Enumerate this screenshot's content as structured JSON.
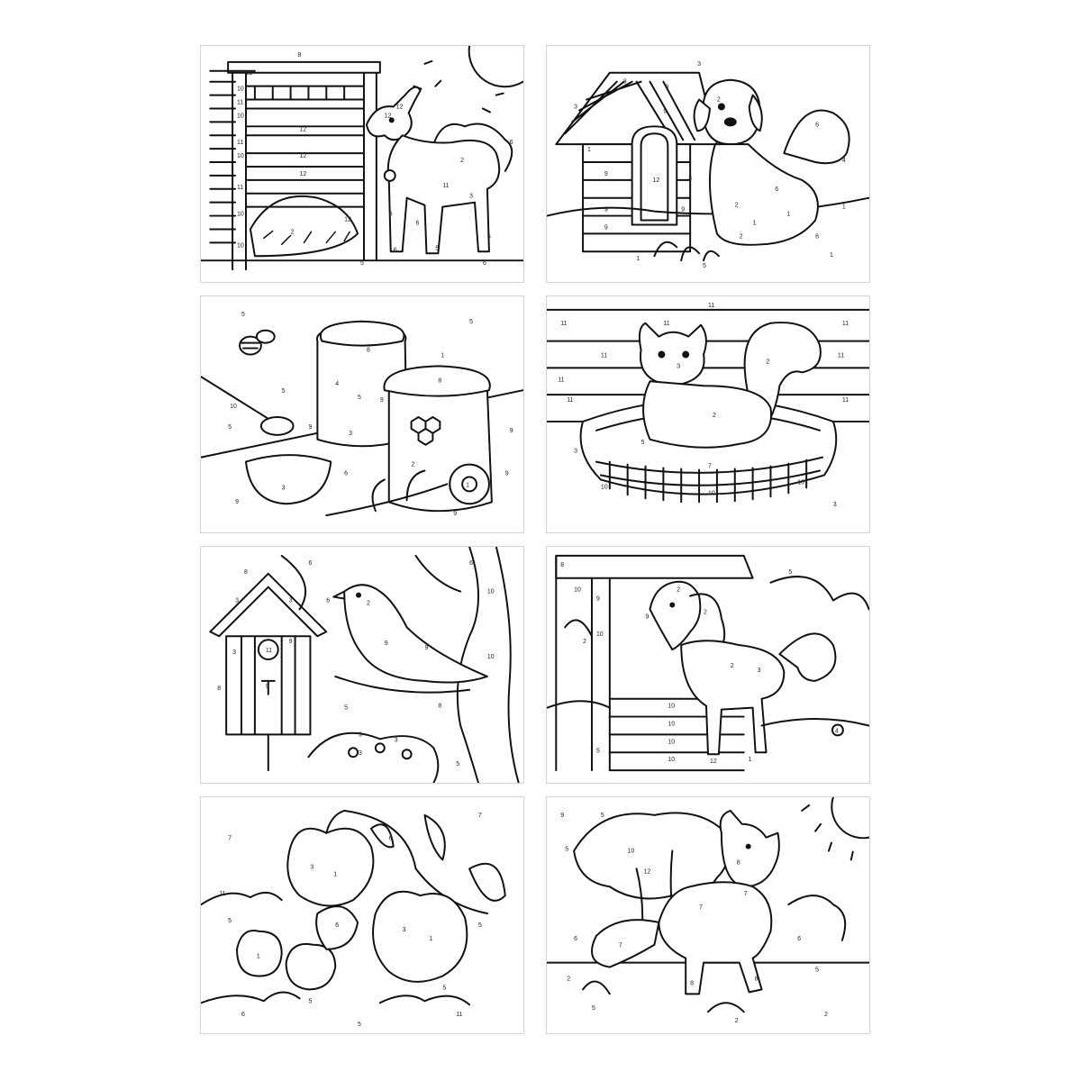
{
  "pages": [
    {
      "subject": "goat",
      "numbers": [
        "8",
        "11",
        "10",
        "11",
        "10",
        "11",
        "10",
        "11",
        "10",
        "10",
        "12",
        "12",
        "12",
        "12",
        "11",
        "2",
        "6",
        "5",
        "5",
        "6",
        "6",
        "12",
        "12",
        "6",
        "5",
        "2",
        "3",
        "6"
      ]
    },
    {
      "subject": "dog",
      "numbers": [
        "3",
        "3",
        "9",
        "9",
        "9",
        "9",
        "9",
        "9",
        "3",
        "12",
        "3",
        "1",
        "6",
        "2",
        "2",
        "6",
        "1",
        "1",
        "4",
        "5",
        "6",
        "1",
        "2",
        "1",
        "1"
      ]
    },
    {
      "subject": "honey",
      "numbers": [
        "5",
        "5",
        "5",
        "4",
        "8",
        "8",
        "1",
        "3",
        "10",
        "5",
        "9",
        "9",
        "9",
        "2",
        "1",
        "3",
        "9",
        "6",
        "5",
        "9",
        "9"
      ]
    },
    {
      "subject": "cat",
      "numbers": [
        "11",
        "11",
        "11",
        "11",
        "11",
        "11",
        "11",
        "11",
        "11",
        "2",
        "2",
        "3",
        "5",
        "7",
        "10",
        "10",
        "10",
        "3",
        "3"
      ]
    },
    {
      "subject": "bird",
      "numbers": [
        "8",
        "3",
        "3",
        "3",
        "11",
        "9",
        "9",
        "8",
        "6",
        "6",
        "6",
        "2",
        "9",
        "10",
        "10",
        "8",
        "9",
        "5",
        "3",
        "3",
        "3",
        "5"
      ]
    },
    {
      "subject": "pony",
      "numbers": [
        "8",
        "10",
        "9",
        "10",
        "2",
        "2",
        "2",
        "9",
        "2",
        "3",
        "10",
        "10",
        "10",
        "10",
        "12",
        "5",
        "5",
        "4",
        "1"
      ]
    },
    {
      "subject": "apples",
      "numbers": [
        "7",
        "7",
        "1",
        "3",
        "1",
        "5",
        "11",
        "6",
        "3",
        "1",
        "5",
        "6",
        "6",
        "5",
        "5",
        "11",
        "5"
      ]
    },
    {
      "subject": "fox",
      "numbers": [
        "9",
        "5",
        "5",
        "12",
        "10",
        "7",
        "7",
        "8",
        "6",
        "7",
        "6",
        "8",
        "8",
        "2",
        "5",
        "2",
        "2",
        "5"
      ]
    }
  ]
}
